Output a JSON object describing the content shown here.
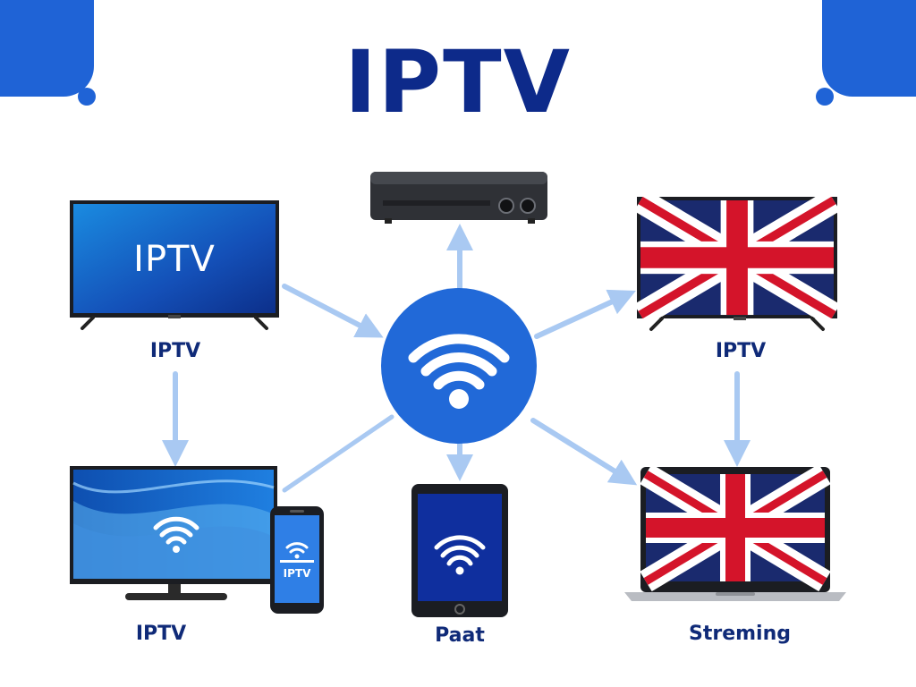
{
  "title": "IPTV",
  "colors": {
    "primary_blue": "#1f63d6",
    "dark_navy": "#0d2a8a",
    "arrow_blue": "#a9c9f2",
    "flag_blue": "#1a2a6e",
    "flag_red": "#d4142a"
  },
  "hub": {
    "icon": "wifi-icon"
  },
  "devices": {
    "tv_top_left": {
      "screen_text": "IPTV",
      "label": "IPTV"
    },
    "set_top_box": {
      "icon": "set-top-box-icon"
    },
    "tv_top_right": {
      "screen": "union-jack-flag",
      "label": "IPTV"
    },
    "tv_bottom_left": {
      "screen_icon": "wifi-icon",
      "label": "IPTV"
    },
    "phone": {
      "screen_text": "IPTV",
      "screen_icon": "wifi-icon"
    },
    "tablet": {
      "screen_icon": "wifi-icon",
      "label": "Paat"
    },
    "laptop": {
      "screen": "union-jack-flag",
      "label": "Streming"
    }
  }
}
